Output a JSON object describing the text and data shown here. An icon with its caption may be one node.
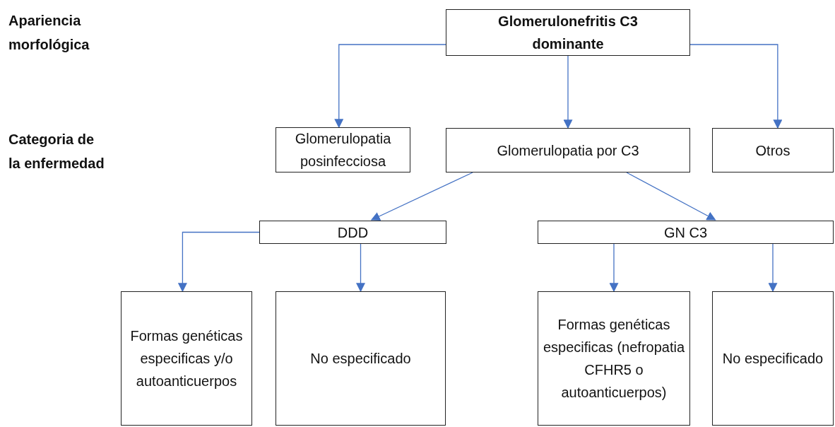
{
  "diagram": {
    "nodes": [
      {
        "text": [
          "Glomerulonefritis C3 dominante"
        ]
      },
      {
        "text": [
          "Glomerulopatia posinfecciosa"
        ]
      },
      {
        "text": [
          "Glomerulopatia por C3"
        ]
      },
      {
        "text": [
          "Otros"
        ]
      },
      {
        "text": [
          "DDD"
        ]
      },
      {
        "text": [
          "GN C3"
        ]
      },
      {
        "text": [
          "Formas genéticas especificas y/o autoanticuerpos"
        ]
      },
      {
        "text": [
          "No especificado"
        ]
      },
      {
        "text": [
          "Formas genéticas especificas (nefropatia CFHR5 o autoanticuerpos)"
        ]
      },
      {
        "text": [
          "No especificado"
        ]
      }
    ],
    "edges": [
      {
        "from": 0,
        "to": 1,
        "arrow": "to"
      },
      {
        "from": 0,
        "to": 2,
        "arrow": "to"
      },
      {
        "from": 0,
        "to": 3,
        "arrow": "to"
      },
      {
        "from": 2,
        "to": 4,
        "arrow": "to"
      },
      {
        "from": 2,
        "to": 5,
        "arrow": "to"
      },
      {
        "from": 4,
        "to": 6,
        "arrow": "to"
      },
      {
        "from": 4,
        "to": 7,
        "arrow": "to"
      },
      {
        "from": 5,
        "to": 8,
        "arrow": "to"
      },
      {
        "from": 5,
        "to": 9,
        "arrow": "to"
      }
    ],
    "labels": [
      "Apariencia morfológica",
      "Categoria de la enfermedad"
    ]
  }
}
